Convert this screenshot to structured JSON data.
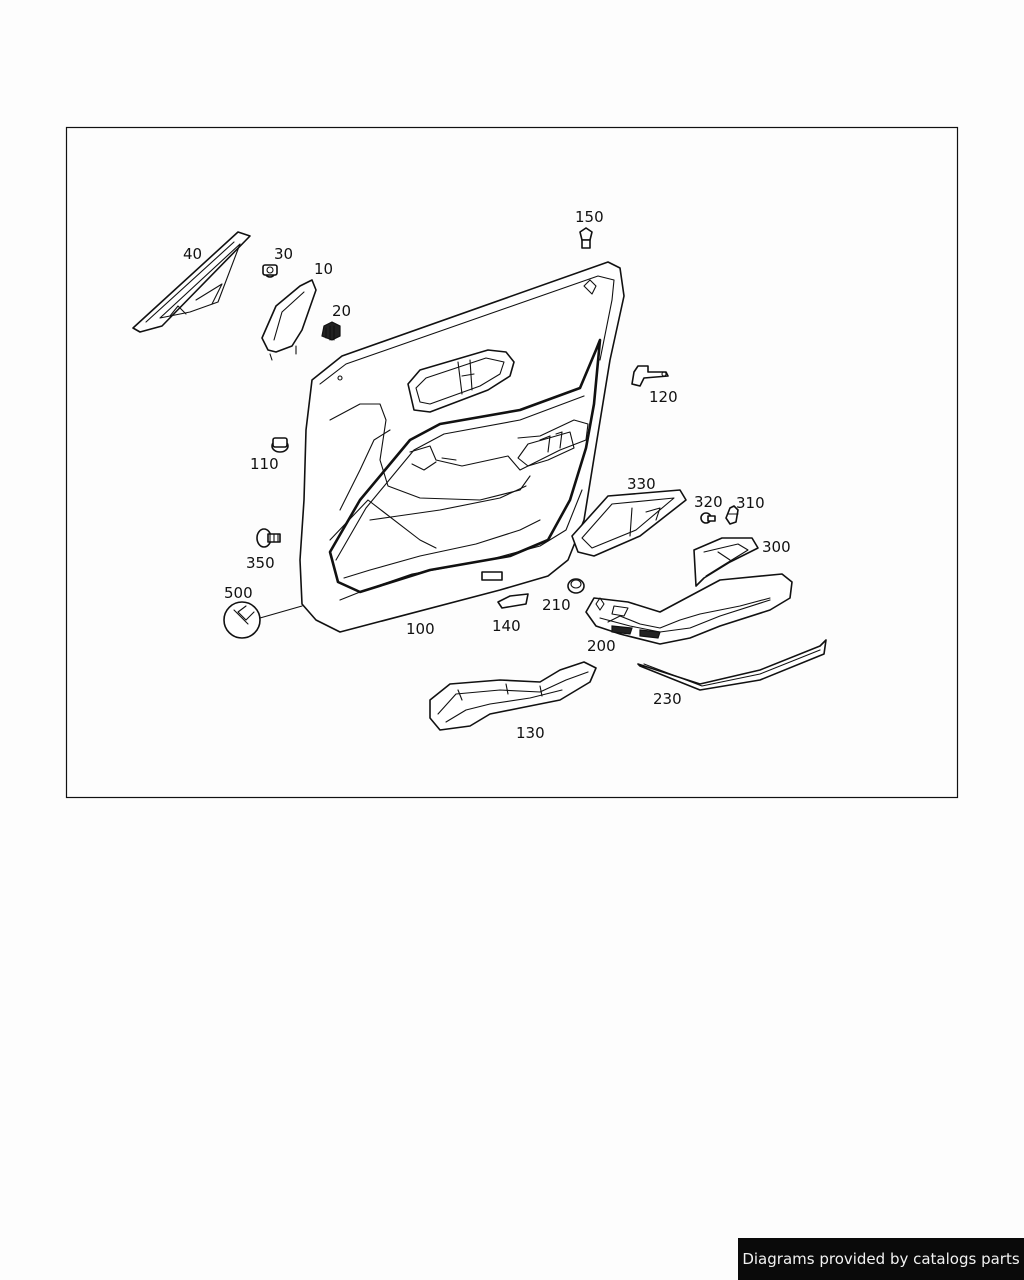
{
  "diagram": {
    "callouts": {
      "c10": "10",
      "c20": "20",
      "c30": "30",
      "c40": "40",
      "c100": "100",
      "c110": "110",
      "c120": "120",
      "c130": "130",
      "c140": "140",
      "c150": "150",
      "c200": "200",
      "c210": "210",
      "c230": "230",
      "c300": "300",
      "c310": "310",
      "c320": "320",
      "c330": "330",
      "c350": "350",
      "c500": "500"
    }
  },
  "footer": {
    "text": "Diagrams provided by catalogs parts"
  },
  "colors": {
    "background": "#fdfdfd",
    "line": "#111111",
    "footer_bg": "#0a0a0a",
    "footer_text": "#f2f2f2"
  }
}
